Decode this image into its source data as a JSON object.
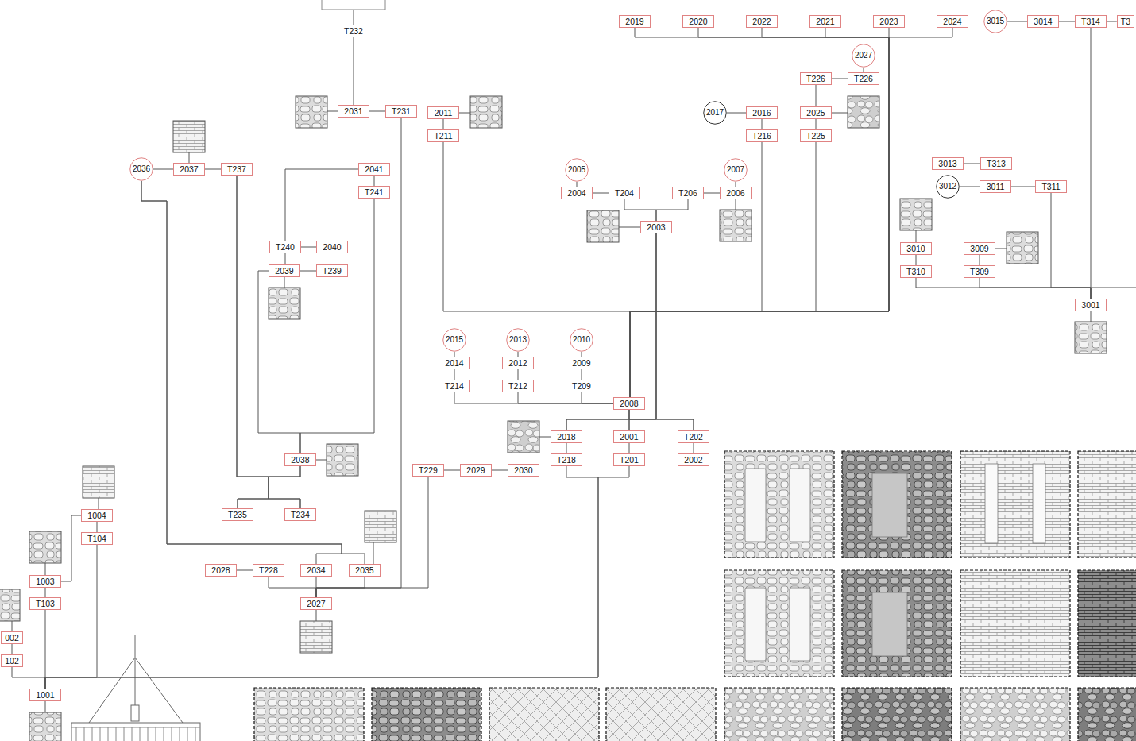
{
  "diagram": {
    "nodes": [
      {
        "text": [
          "T232"
        ]
      },
      {
        "text": [
          "2019"
        ]
      },
      {
        "text": [
          "2020"
        ]
      },
      {
        "text": [
          "2022"
        ]
      },
      {
        "text": [
          "2021"
        ]
      },
      {
        "text": [
          "2023"
        ]
      },
      {
        "text": [
          "2024"
        ]
      },
      {
        "text": [
          "3015"
        ]
      },
      {
        "text": [
          "3014"
        ]
      },
      {
        "text": [
          "T314"
        ]
      },
      {
        "text": [
          "T3"
        ]
      },
      {
        "text": [
          "2027"
        ]
      },
      {
        "text": [
          "T226"
        ]
      },
      {
        "text": [
          "T226"
        ]
      },
      {
        "text": [
          "2031"
        ]
      },
      {
        "text": [
          "T231"
        ]
      },
      {
        "text": [
          "2011"
        ]
      },
      {
        "text": [
          "2017"
        ]
      },
      {
        "text": [
          "2016"
        ]
      },
      {
        "text": [
          "2025"
        ]
      },
      {
        "text": [
          "T211"
        ]
      },
      {
        "text": [
          "T216"
        ]
      },
      {
        "text": [
          "T225"
        ]
      },
      {
        "text": [
          "2036"
        ]
      },
      {
        "text": [
          "2037"
        ]
      },
      {
        "text": [
          "T237"
        ]
      },
      {
        "text": [
          "2041"
        ]
      },
      {
        "text": [
          "2005"
        ]
      },
      {
        "text": [
          "2007"
        ]
      },
      {
        "text": [
          "3013"
        ]
      },
      {
        "text": [
          "T313"
        ]
      },
      {
        "text": [
          "T241"
        ]
      },
      {
        "text": [
          "2004"
        ]
      },
      {
        "text": [
          "T204"
        ]
      },
      {
        "text": [
          "T206"
        ]
      },
      {
        "text": [
          "2006"
        ]
      },
      {
        "text": [
          "3012"
        ]
      },
      {
        "text": [
          "3011"
        ]
      },
      {
        "text": [
          "T311"
        ]
      },
      {
        "text": [
          "2003"
        ]
      },
      {
        "text": [
          "T240"
        ]
      },
      {
        "text": [
          "2040"
        ]
      },
      {
        "text": [
          "3010"
        ]
      },
      {
        "text": [
          "3009"
        ]
      },
      {
        "text": [
          "2039"
        ]
      },
      {
        "text": [
          "T239"
        ]
      },
      {
        "text": [
          "T310"
        ]
      },
      {
        "text": [
          "T309"
        ]
      },
      {
        "text": [
          "3001"
        ]
      },
      {
        "text": [
          "2015"
        ]
      },
      {
        "text": [
          "2013"
        ]
      },
      {
        "text": [
          "2010"
        ]
      },
      {
        "text": [
          "2014"
        ]
      },
      {
        "text": [
          "2012"
        ]
      },
      {
        "text": [
          "2009"
        ]
      },
      {
        "text": [
          "T214"
        ]
      },
      {
        "text": [
          "T212"
        ]
      },
      {
        "text": [
          "T209"
        ]
      },
      {
        "text": [
          "2008"
        ]
      },
      {
        "text": [
          "2018"
        ]
      },
      {
        "text": [
          "2001"
        ]
      },
      {
        "text": [
          "T202"
        ]
      },
      {
        "text": [
          "T218"
        ]
      },
      {
        "text": [
          "T201"
        ]
      },
      {
        "text": [
          "2002"
        ]
      },
      {
        "text": [
          "2038"
        ]
      },
      {
        "text": [
          "T229"
        ]
      },
      {
        "text": [
          "2029"
        ]
      },
      {
        "text": [
          "2030"
        ]
      },
      {
        "text": [
          "T235"
        ]
      },
      {
        "text": [
          "T234"
        ]
      },
      {
        "text": [
          "1004"
        ]
      },
      {
        "text": [
          "T104"
        ]
      },
      {
        "text": [
          "2028"
        ]
      },
      {
        "text": [
          "T228"
        ]
      },
      {
        "text": [
          "2034"
        ]
      },
      {
        "text": [
          "2035"
        ]
      },
      {
        "text": [
          "1003"
        ]
      },
      {
        "text": [
          "T103"
        ]
      },
      {
        "text": [
          "2027"
        ]
      },
      {
        "text": [
          "002"
        ]
      },
      {
        "text": [
          "102"
        ]
      },
      {
        "text": [
          "1001"
        ]
      }
    ],
    "edges": [
      {
        "from": 0,
        "to": 14,
        "arrow": "none"
      },
      {
        "from": 14,
        "to": 15,
        "arrow": "none"
      },
      {
        "from": 1,
        "to": 58,
        "arrow": "none"
      },
      {
        "from": 2,
        "to": 58,
        "arrow": "none"
      },
      {
        "from": 3,
        "to": 58,
        "arrow": "none"
      },
      {
        "from": 4,
        "to": 58,
        "arrow": "none"
      },
      {
        "from": 5,
        "to": 58,
        "arrow": "none"
      },
      {
        "from": 6,
        "to": 58,
        "arrow": "none"
      },
      {
        "from": 16,
        "to": 20,
        "arrow": "none"
      },
      {
        "from": 20,
        "to": 58,
        "arrow": "none"
      },
      {
        "from": 17,
        "to": 18,
        "arrow": "none"
      },
      {
        "from": 18,
        "to": 21,
        "arrow": "none"
      },
      {
        "from": 21,
        "to": 58,
        "arrow": "none"
      },
      {
        "from": 11,
        "to": 13,
        "arrow": "none"
      },
      {
        "from": 12,
        "to": 13,
        "arrow": "none"
      },
      {
        "from": 12,
        "to": 19,
        "arrow": "none"
      },
      {
        "from": 19,
        "to": 22,
        "arrow": "none"
      },
      {
        "from": 22,
        "to": 58,
        "arrow": "none"
      },
      {
        "from": 23,
        "to": 24,
        "arrow": "none"
      },
      {
        "from": 24,
        "to": 25,
        "arrow": "none"
      },
      {
        "from": 23,
        "to": 75,
        "arrow": "none"
      },
      {
        "from": 23,
        "to": 76,
        "arrow": "none"
      },
      {
        "from": 25,
        "to": 69,
        "arrow": "none"
      },
      {
        "from": 25,
        "to": 70,
        "arrow": "none"
      },
      {
        "from": 65,
        "to": 69,
        "arrow": "none"
      },
      {
        "from": 65,
        "to": 70,
        "arrow": "none"
      },
      {
        "from": 26,
        "to": 31,
        "arrow": "none"
      },
      {
        "from": 26,
        "to": 40,
        "arrow": "none"
      },
      {
        "from": 40,
        "to": 41,
        "arrow": "none"
      },
      {
        "from": 40,
        "to": 44,
        "arrow": "none"
      },
      {
        "from": 44,
        "to": 45,
        "arrow": "none"
      },
      {
        "from": 44,
        "to": 65,
        "arrow": "none"
      },
      {
        "from": 31,
        "to": 65,
        "arrow": "none"
      },
      {
        "from": 27,
        "to": 32,
        "arrow": "none"
      },
      {
        "from": 32,
        "to": 33,
        "arrow": "none"
      },
      {
        "from": 28,
        "to": 35,
        "arrow": "none"
      },
      {
        "from": 34,
        "to": 35,
        "arrow": "none"
      },
      {
        "from": 33,
        "to": 39,
        "arrow": "none"
      },
      {
        "from": 34,
        "to": 39,
        "arrow": "none"
      },
      {
        "from": 29,
        "to": 30,
        "arrow": "none"
      },
      {
        "from": 36,
        "to": 37,
        "arrow": "none"
      },
      {
        "from": 37,
        "to": 38,
        "arrow": "none"
      },
      {
        "from": 42,
        "to": 46,
        "arrow": "none"
      },
      {
        "from": 43,
        "to": 47,
        "arrow": "none"
      },
      {
        "from": 7,
        "to": 8,
        "arrow": "none"
      },
      {
        "from": 8,
        "to": 9,
        "arrow": "none"
      },
      {
        "from": 9,
        "to": 10,
        "arrow": "none"
      },
      {
        "from": 9,
        "to": 48,
        "arrow": "none"
      },
      {
        "from": 46,
        "to": 48,
        "arrow": "none"
      },
      {
        "from": 47,
        "to": 48,
        "arrow": "none"
      },
      {
        "from": 38,
        "to": 48,
        "arrow": "none"
      },
      {
        "from": 49,
        "to": 52,
        "arrow": "none"
      },
      {
        "from": 52,
        "to": 55,
        "arrow": "none"
      },
      {
        "from": 50,
        "to": 53,
        "arrow": "none"
      },
      {
        "from": 53,
        "to": 56,
        "arrow": "none"
      },
      {
        "from": 51,
        "to": 54,
        "arrow": "none"
      },
      {
        "from": 54,
        "to": 57,
        "arrow": "none"
      },
      {
        "from": 55,
        "to": 58,
        "arrow": "none"
      },
      {
        "from": 56,
        "to": 58,
        "arrow": "none"
      },
      {
        "from": 57,
        "to": 58,
        "arrow": "none"
      },
      {
        "from": 58,
        "to": 59,
        "arrow": "none"
      },
      {
        "from": 58,
        "to": 60,
        "arrow": "none"
      },
      {
        "from": 58,
        "to": 61,
        "arrow": "none"
      },
      {
        "from": 39,
        "to": 59,
        "arrow": "none"
      },
      {
        "from": 39,
        "to": 60,
        "arrow": "none"
      },
      {
        "from": 39,
        "to": 61,
        "arrow": "none"
      },
      {
        "from": 59,
        "to": 62,
        "arrow": "none"
      },
      {
        "from": 60,
        "to": 63,
        "arrow": "none"
      },
      {
        "from": 61,
        "to": 64,
        "arrow": "none"
      },
      {
        "from": 62,
        "to": 82,
        "arrow": "none"
      },
      {
        "from": 63,
        "to": 82,
        "arrow": "none"
      },
      {
        "from": 66,
        "to": 67,
        "arrow": "none"
      },
      {
        "from": 67,
        "to": 68,
        "arrow": "none"
      },
      {
        "from": 66,
        "to": 79,
        "arrow": "none"
      },
      {
        "from": 15,
        "to": 79,
        "arrow": "none"
      },
      {
        "from": 73,
        "to": 74,
        "arrow": "none"
      },
      {
        "from": 74,
        "to": 79,
        "arrow": "none"
      },
      {
        "from": 75,
        "to": 79,
        "arrow": "none"
      },
      {
        "from": 76,
        "to": 79,
        "arrow": "none"
      },
      {
        "from": 71,
        "to": 72,
        "arrow": "none"
      },
      {
        "from": 77,
        "to": 71,
        "arrow": "none"
      },
      {
        "from": 77,
        "to": 78,
        "arrow": "none"
      },
      {
        "from": 78,
        "to": 82,
        "arrow": "none"
      },
      {
        "from": 72,
        "to": 82,
        "arrow": "none"
      },
      {
        "from": 81,
        "to": 82,
        "arrow": "none"
      },
      {
        "from": 80,
        "to": 81,
        "arrow": "none"
      }
    ]
  }
}
